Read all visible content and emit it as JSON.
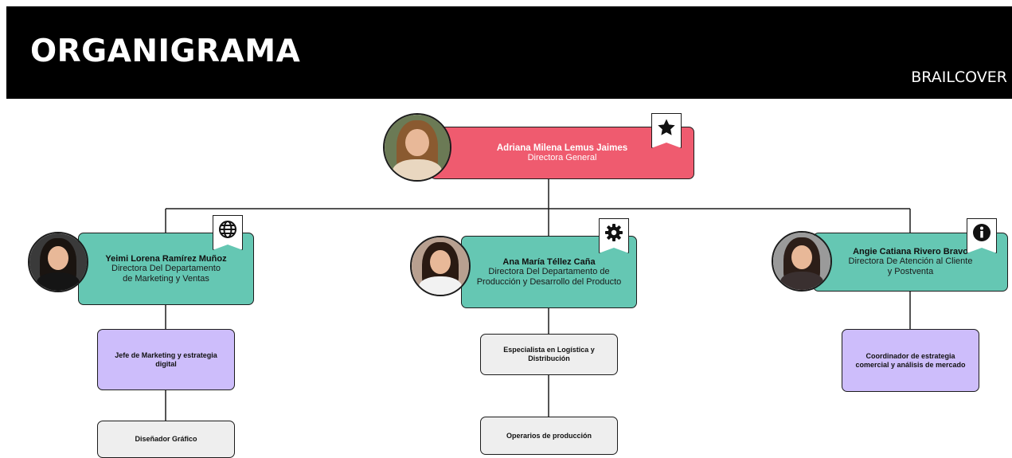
{
  "header": {
    "title": "ORGANIGRAMA",
    "brand": "BRAILCOVER"
  },
  "root": {
    "name": "Adriana Milena Lemus Jaimes",
    "role": "Directora General",
    "icon": "star-icon",
    "color": "#ef5b6f"
  },
  "directors": [
    {
      "name": "Yeimi Lorena Ramírez Muñoz",
      "role_lines": [
        "Directora Del Departamento",
        "de Marketing y Ventas"
      ],
      "icon": "globe-icon",
      "reports": [
        "Jefe de Marketing y estrategia digital",
        "Diseñador Gráfico"
      ]
    },
    {
      "name": "Ana María Téllez Caña",
      "role_lines": [
        "Directora Del Departamento de",
        "Producción y Desarrollo del Producto"
      ],
      "icon": "gear-icon",
      "reports": [
        "Especialista en Logística y Distribución",
        "Operarios de producción"
      ]
    },
    {
      "name": "Angie Catiana Rivero Bravo",
      "role_lines": [
        "Directora De Atención al Cliente",
        "y Postventa"
      ],
      "icon": "info-icon",
      "reports": [
        "Coordinador de estrategia comercial y análisis de mercado"
      ]
    }
  ],
  "colors": {
    "teal": "#65c7b3",
    "purple": "#cdbdfb",
    "gray": "#eeeeee",
    "header": "#000000"
  }
}
